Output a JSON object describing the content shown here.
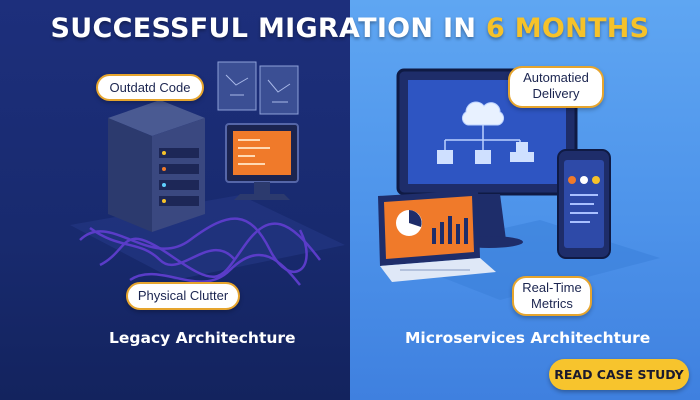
{
  "headline": {
    "text": "SUCCESSFUL MIGRATION IN ",
    "highlight": "6 MONTHS"
  },
  "left": {
    "callout_top": "Outdatd Code",
    "callout_bottom": "Physical Clutter",
    "caption": "Legacy Architechture"
  },
  "right": {
    "callout_top_line1": "Automatied",
    "callout_top_line2": "Delivery",
    "callout_bottom_line1": "Real-Time",
    "callout_bottom_line2": "Metrics",
    "caption": "Microservices Architechture"
  },
  "cta": {
    "label": "READ CASE STUDY"
  },
  "colors": {
    "left_bg": "#1d2f7c",
    "right_bg": "#5fa6f2",
    "accent_yellow": "#f6c22a",
    "accent_orange": "#f07a2a"
  },
  "icons": [
    "server-icon",
    "legacy-monitor-icon",
    "cloud-network-icon",
    "tablet-icon",
    "smartphone-icon"
  ]
}
